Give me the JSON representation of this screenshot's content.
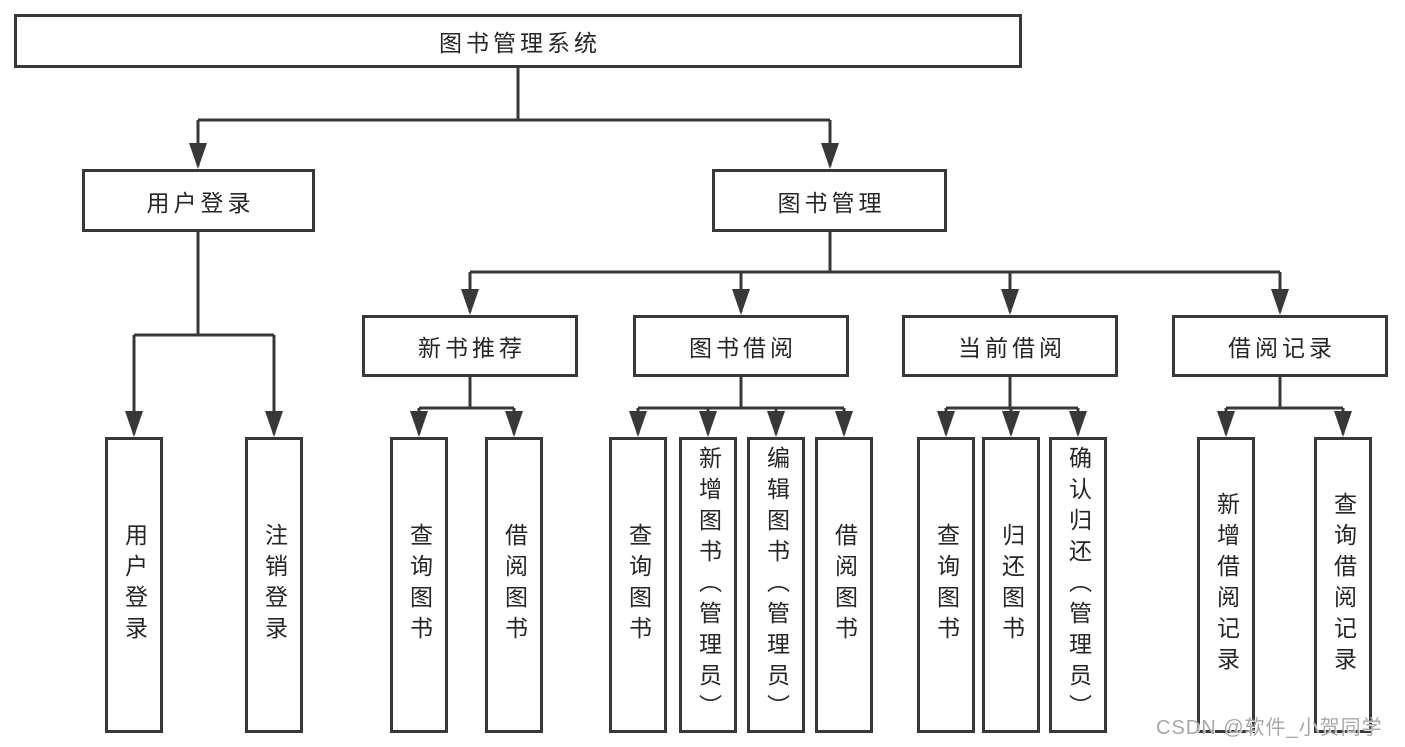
{
  "diagram": {
    "root": {
      "label": "图书管理系统"
    },
    "level2": [
      {
        "label": "用户登录",
        "children": [
          {
            "label": "用户登录"
          },
          {
            "label": "注销登录"
          }
        ]
      },
      {
        "label": "图书管理",
        "children": [
          {
            "label": "新书推荐",
            "children": [
              {
                "label": "查询图书"
              },
              {
                "label": "借阅图书"
              }
            ]
          },
          {
            "label": "图书借阅",
            "children": [
              {
                "label": "查询图书"
              },
              {
                "label": "新增图书（管理员）"
              },
              {
                "label": "编辑图书（管理员）"
              },
              {
                "label": "借阅图书"
              }
            ]
          },
          {
            "label": "当前借阅",
            "children": [
              {
                "label": "查询图书"
              },
              {
                "label": "归还图书"
              },
              {
                "label": "确认归还（管理员）"
              }
            ]
          },
          {
            "label": "借阅记录",
            "children": [
              {
                "label": "新增借阅记录"
              },
              {
                "label": "查询借阅记录"
              }
            ]
          }
        ]
      }
    ],
    "colors": {
      "line": "#383838",
      "text": "#262626",
      "background": "#ffffff",
      "watermark": "#a8a8a8"
    }
  },
  "watermark": {
    "text": "CSDN @软件_小贺同学"
  }
}
